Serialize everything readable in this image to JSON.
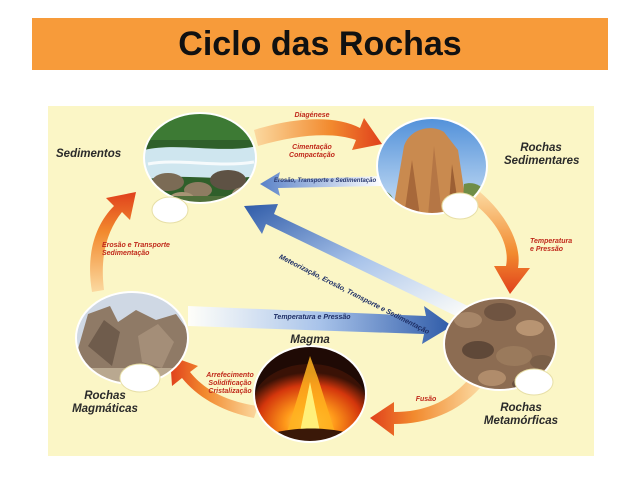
{
  "title": "Ciclo das Rochas",
  "nodes": {
    "sedimentos": "Sedimentos",
    "rochas_sedimentares": [
      "Rochas",
      "Sedimentares"
    ],
    "rochas_metamorficas": [
      "Rochas",
      "Metamórficas"
    ],
    "magma": "Magma",
    "rochas_magmaticas": [
      "Rochas",
      "Magmáticas"
    ]
  },
  "processes": {
    "diagenese": "Diagénese",
    "cimentacao": [
      "Cimentação",
      "Compactação"
    ],
    "erosao_top": "Erosão, Transporte e Sedimentação",
    "meteorizacao": "Meteorização, Erosão, Transporte e Sedimentação",
    "temperatura_right": [
      "Temperatura",
      "e Pressão"
    ],
    "temperatura_center": "Temperatura e Pressão",
    "fusao": "Fusão",
    "arrefecimento": [
      "Arrefecimento",
      "Solidificação",
      "Cristalização"
    ],
    "erosao_left": [
      "Erosão e Transporte",
      "Sedimentação"
    ]
  },
  "colors": {
    "title_bar": "#f79b3a",
    "panel": "#fbf6c6",
    "orange_arrow": "#f0762a",
    "blue_arrow": "#2f5ba8",
    "process_text": "#c0291b"
  }
}
